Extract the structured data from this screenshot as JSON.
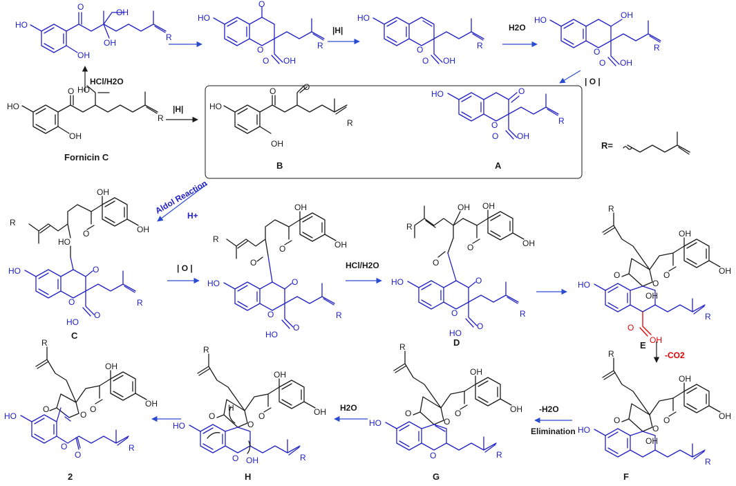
{
  "compounds": {
    "fornicin_c": "Fornicin C",
    "A": "A",
    "B": "B",
    "C": "C",
    "D": "D",
    "E": "E",
    "F": "F",
    "G": "G",
    "H": "H",
    "P2": "2"
  },
  "reagents": {
    "hcl_h2o_up": "HCl/H2O",
    "h_reduce_top": "|H|",
    "h_reduce_mid": "|H|",
    "water_top": "H2O",
    "oxid_right": "| O |",
    "aldol_1": "Aldol Reaction",
    "aldol_2": "H+",
    "oxid_mid": "| O |",
    "hcl_h2o_mid": "HCl/H2O",
    "co2": "-CO2",
    "minus_water": "-H2O",
    "elimination": "Elimination",
    "water_bottom": "H2O"
  },
  "r_group_label": "R=",
  "atoms": {
    "oh": "OH",
    "ho": "HO",
    "o": "O",
    "r": "R",
    "h": "H"
  },
  "colors": {
    "black": "#1a1a1a",
    "blue": "#2020c8",
    "red": "#e00000",
    "arrow_blue": "#2a4bd0"
  }
}
